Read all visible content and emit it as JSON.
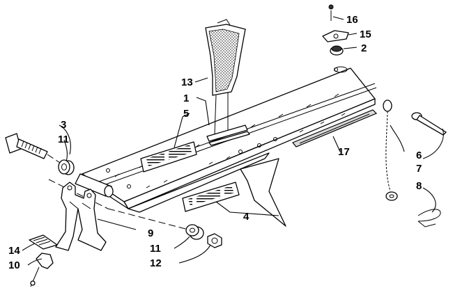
{
  "callouts": [
    {
      "id": "c1",
      "label": "1"
    },
    {
      "id": "c2",
      "label": "2"
    },
    {
      "id": "c3",
      "label": "3"
    },
    {
      "id": "c4",
      "label": "4"
    },
    {
      "id": "c5",
      "label": "5"
    },
    {
      "id": "c6",
      "label": "6"
    },
    {
      "id": "c7",
      "label": "7"
    },
    {
      "id": "c8",
      "label": "8"
    },
    {
      "id": "c9",
      "label": "9"
    },
    {
      "id": "c10",
      "label": "10"
    },
    {
      "id": "c11a",
      "label": "11"
    },
    {
      "id": "c11b",
      "label": "11"
    },
    {
      "id": "c12",
      "label": "12"
    },
    {
      "id": "c13",
      "label": "13"
    },
    {
      "id": "c14",
      "label": "14"
    },
    {
      "id": "c15",
      "label": "15"
    },
    {
      "id": "c16",
      "label": "16"
    },
    {
      "id": "c17",
      "label": "17"
    }
  ]
}
